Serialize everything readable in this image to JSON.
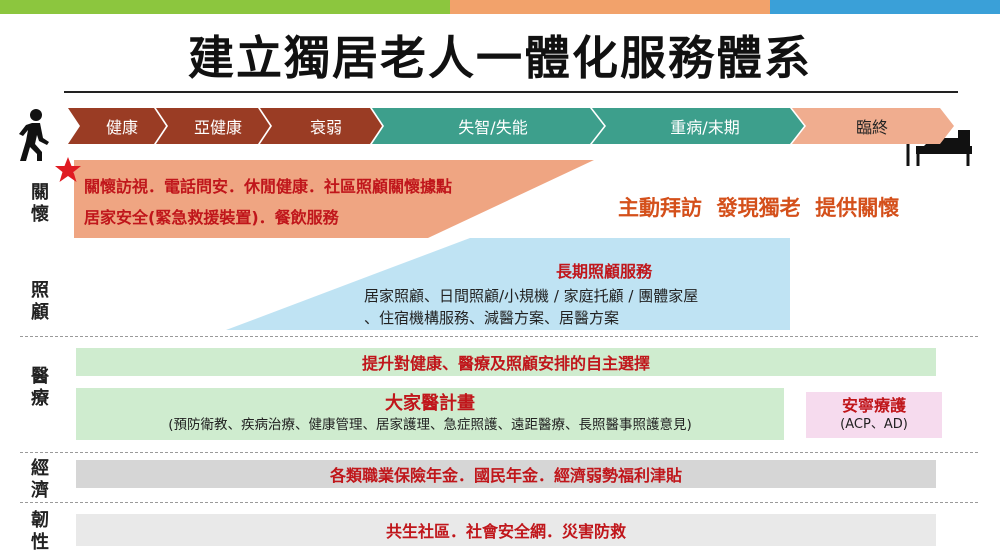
{
  "title": "建立獨居老人一體化服務體系",
  "colors": {
    "top_green": "#8cc63e",
    "top_orange": "#f2a26b",
    "top_blue": "#3aa0d8",
    "stage_brown": "#9a3c24",
    "stage_teal": "#3d9f8c",
    "stage_salmon": "#f0ad8f",
    "care_orange": "#efa582",
    "care_blue": "#bfe3f3",
    "med_green": "#cfeccf",
    "pink": "#f6dbee",
    "gray": "#d6d6d6",
    "light_gray": "#e9e9e9",
    "red_text": "#c0161b"
  },
  "stages": [
    "健康",
    "亞健康",
    "衰弱",
    "失智/失能",
    "重病/末期",
    "臨終"
  ],
  "icons": {
    "start": "walking-person-icon",
    "end": "hospital-bed-icon",
    "star": "star-icon"
  },
  "rows": {
    "care": "關懷",
    "longterm": "照顧",
    "medical": "醫療",
    "economy": "經濟",
    "resilience": "韌性"
  },
  "care": {
    "line1": "關懷訪視．電話問安．休閒健康．社區照顧關懷據點",
    "line2": "居家安全(緊急救援裝置)．餐飲服務",
    "slogan": "主動拜訪  發現獨老  提供關懷"
  },
  "longterm": {
    "title": "長期照顧服務",
    "line1": "居家照顧、日間照顧/小規機 / 家庭托顧 / 團體家屋",
    "line2": "、住宿機構服務、減醫方案、居醫方案"
  },
  "medical": {
    "choice": "提升對健康、醫療及照顧安排的自主選擇",
    "plan_title": "大家醫計畫",
    "plan_detail": "(預防衛教、疾病治療、健康管理、居家護理、急症照護、遠距醫療、長照醫事照護意見)",
    "hospice_title": "安寧療護",
    "hospice_detail": "(ACP、AD)"
  },
  "economy": {
    "text": "各類職業保險年金．國民年金．經濟弱勢福利津貼"
  },
  "resilience": {
    "text": "共生社區．社會安全網．災害防救"
  }
}
